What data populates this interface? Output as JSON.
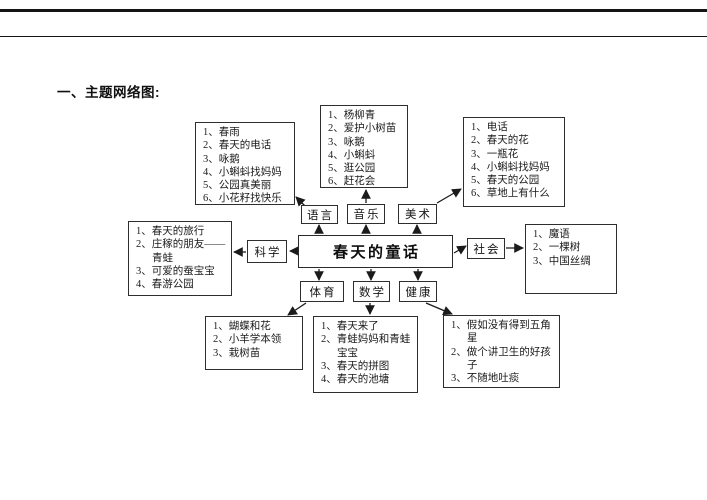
{
  "page": {
    "heading": "一、主题网络图:",
    "background": "#ffffff",
    "ink": "#1b1b1b"
  },
  "diagram": {
    "center_label": "春天的童话",
    "subjects": {
      "language": "语言",
      "music": "音乐",
      "art": "美术",
      "science": "科学",
      "society": "社会",
      "pe": "体育",
      "math": "数学",
      "health": "健康"
    },
    "content_boxes": {
      "language": [
        "1、春雨",
        "2、春天的电话",
        "3、咏鹅",
        "4、小蝌蚪找妈妈",
        "5、公园真美丽",
        "6、小花籽找快乐"
      ],
      "music": [
        "1、杨柳青",
        "2、爱护小树苗",
        "3、咏鹅",
        "4、小蝌蚪",
        "5、逛公园",
        "6、赶花会"
      ],
      "art": [
        "1、电话",
        "2、春天的花",
        "3、一瓶花",
        "4、小蝌蚪找妈妈",
        "5、春天的公园",
        "6、草地上有什么"
      ],
      "science": [
        "1、春天的旅行",
        "2、庄稼的朋友——青蛙",
        "3、可爱的蚕宝宝",
        "4、春游公园"
      ],
      "society": [
        "1、魔语",
        "2、一棵树",
        "3、中国丝绸"
      ],
      "pe": [
        "1、蝴蝶和花",
        "2、小羊学本领",
        "3、栽树苗"
      ],
      "math": [
        "1、春天来了",
        "2、青蛙妈妈和青蛙宝宝",
        "3、春天的拼图",
        "4、春天的池塘"
      ],
      "health": [
        "1、假如没有得到五角星",
        "2、做个讲卫生的好孩子",
        "3、不随地吐痰"
      ]
    }
  }
}
